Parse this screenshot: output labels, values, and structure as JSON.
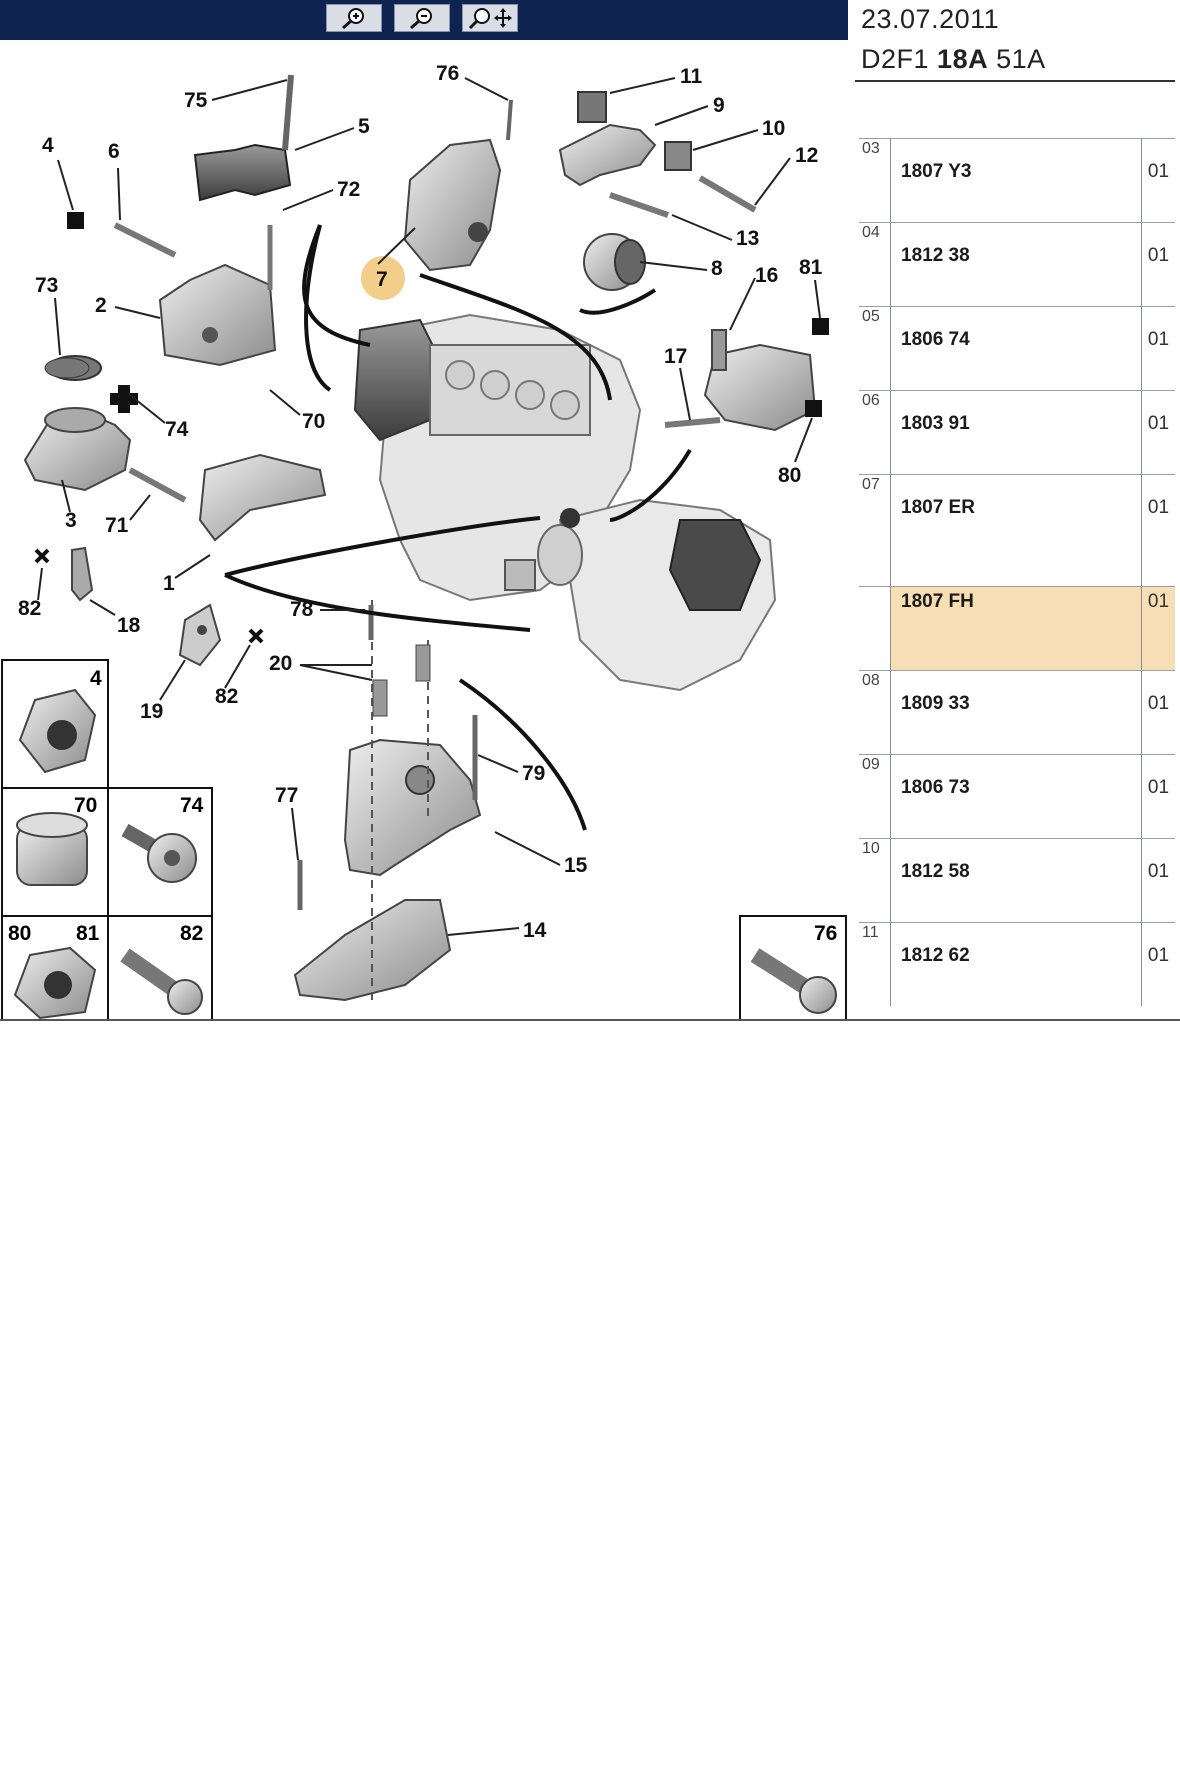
{
  "toolbar": {
    "buttons": [
      {
        "name": "zoom-in-button",
        "icon": "zoom-in-icon"
      },
      {
        "name": "zoom-out-button",
        "icon": "zoom-out-icon"
      },
      {
        "name": "zoom-pan-button",
        "icon": "zoom-move-icon"
      }
    ],
    "color": "#0f2350"
  },
  "header": {
    "date": "23.07.2011",
    "code_prefix": "D2F1",
    "code_bold": "18A",
    "code_suffix": "51A"
  },
  "parts_table": {
    "rows": [
      {
        "index": "03",
        "number": "1807 Y3",
        "qty": "01",
        "highlighted": false
      },
      {
        "index": "04",
        "number": "1812 38",
        "qty": "01",
        "highlighted": false
      },
      {
        "index": "05",
        "number": "1806 74",
        "qty": "01",
        "highlighted": false
      },
      {
        "index": "06",
        "number": "1803 91",
        "qty": "01",
        "highlighted": false
      },
      {
        "index": "07",
        "number": "1807 ER",
        "qty": "01",
        "highlighted": false
      },
      {
        "index": "",
        "number": "1807 FH",
        "qty": "01",
        "highlighted": true
      },
      {
        "index": "08",
        "number": "1809 33",
        "qty": "01",
        "highlighted": false
      },
      {
        "index": "09",
        "number": "1806 73",
        "qty": "01",
        "highlighted": false
      },
      {
        "index": "10",
        "number": "1812 58",
        "qty": "01",
        "highlighted": false
      },
      {
        "index": "11",
        "number": "1812 62",
        "qty": "01",
        "highlighted": false
      }
    ],
    "highlight_color": "#f8deb5"
  },
  "diagram": {
    "callouts": [
      "75",
      "5",
      "4",
      "6",
      "72",
      "73",
      "2",
      "74",
      "70",
      "3",
      "71",
      "1",
      "82",
      "18",
      "19",
      "20",
      "78",
      "76",
      "11",
      "9",
      "10",
      "12",
      "13",
      "7",
      "8",
      "16",
      "81",
      "17",
      "80",
      "79",
      "77",
      "15",
      "14"
    ],
    "highlighted_callout": "7",
    "detail_boxes": [
      "4",
      "70",
      "74",
      "80",
      "81",
      "82",
      "76"
    ]
  }
}
